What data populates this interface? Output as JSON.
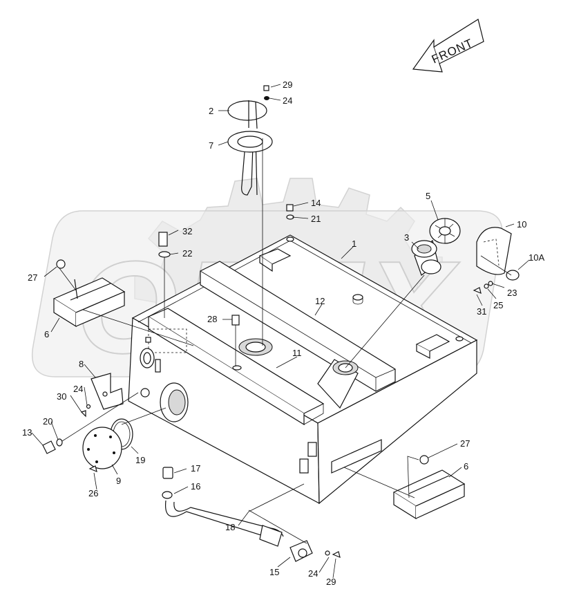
{
  "direction_arrow": {
    "text": "FRONT"
  },
  "watermark": {
    "text": "OPEX"
  },
  "callouts": [
    {
      "id": "c29a",
      "text": "29"
    },
    {
      "id": "c24a",
      "text": "24"
    },
    {
      "id": "c2",
      "text": "2"
    },
    {
      "id": "c7",
      "text": "7"
    },
    {
      "id": "c14",
      "text": "14"
    },
    {
      "id": "c21",
      "text": "21"
    },
    {
      "id": "c5",
      "text": "5"
    },
    {
      "id": "c10",
      "text": "10"
    },
    {
      "id": "c32",
      "text": "32"
    },
    {
      "id": "c22",
      "text": "22"
    },
    {
      "id": "c1",
      "text": "1"
    },
    {
      "id": "c3",
      "text": "3"
    },
    {
      "id": "c10A",
      "text": "10A"
    },
    {
      "id": "c27a",
      "text": "27"
    },
    {
      "id": "c23",
      "text": "23"
    },
    {
      "id": "c25",
      "text": "25"
    },
    {
      "id": "c31",
      "text": "31"
    },
    {
      "id": "c12",
      "text": "12"
    },
    {
      "id": "c28",
      "text": "28"
    },
    {
      "id": "c6a",
      "text": "6"
    },
    {
      "id": "c11",
      "text": "11"
    },
    {
      "id": "c8",
      "text": "8"
    },
    {
      "id": "c24b",
      "text": "24"
    },
    {
      "id": "c30",
      "text": "30"
    },
    {
      "id": "c20",
      "text": "20"
    },
    {
      "id": "c13",
      "text": "13"
    },
    {
      "id": "c19",
      "text": "19"
    },
    {
      "id": "c9",
      "text": "9"
    },
    {
      "id": "c26",
      "text": "26"
    },
    {
      "id": "c27b",
      "text": "27"
    },
    {
      "id": "c6b",
      "text": "6"
    },
    {
      "id": "c17",
      "text": "17"
    },
    {
      "id": "c16",
      "text": "16"
    },
    {
      "id": "c18",
      "text": "18"
    },
    {
      "id": "c15",
      "text": "15"
    },
    {
      "id": "c24c",
      "text": "24"
    },
    {
      "id": "c29b",
      "text": "29"
    }
  ]
}
